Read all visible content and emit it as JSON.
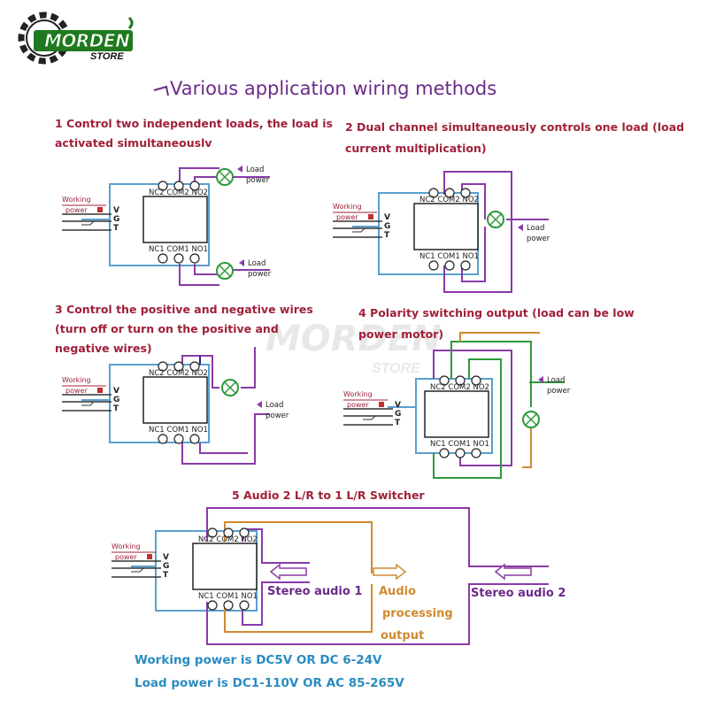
{
  "brand": {
    "name": "MORDEN",
    "sub": "STORE"
  },
  "title": "Various application wiring methods",
  "sections": {
    "s1": {
      "line1": "1 Control two independent loads, the load is",
      "line2": "activated simultaneouslv"
    },
    "s2": {
      "line1": "2 Dual channel simultaneously controls one load (load",
      "line2": "current multiplication)"
    },
    "s3": {
      "line1": "3 Control the positive and negative wires",
      "line2": "(turn off or turn on the positive and",
      "line3": "negative wires)"
    },
    "s4": {
      "line1": "4 Polarity switching output (load can be low",
      "line2": "power motor)"
    },
    "s5": {
      "line1": "5 Audio 2 L/R to 1 L/R Switcher"
    }
  },
  "module": {
    "top_terminals": "NC2 COM2 NO2",
    "bottom_terminals": "NC1 COM1 NO1",
    "pins": [
      "V",
      "G",
      "T"
    ],
    "working": "Working",
    "power": "power"
  },
  "load": {
    "label": "Load",
    "power": "power"
  },
  "audio": {
    "stereo1": "Stereo audio 1",
    "stereo2": "Stereo audio 2",
    "proc1": "Audio",
    "proc2": "processing",
    "proc3": "output"
  },
  "footer": {
    "line1": "Working power is DC5V OR DC 6-24V",
    "line2": "Load power is DC1-110V OR AC 85-265V"
  },
  "colors": {
    "wire_blue": "#5aa0cf",
    "wire_purple": "#8a3aa8",
    "wire_green": "#2e9a3a",
    "wire_orange": "#d08a30",
    "title": "#6b2a8a",
    "section": "#a0203a",
    "footer": "#2a8bc0"
  },
  "icons": [
    "morden-logo",
    "terminal-screw-icon",
    "lamp-icon",
    "left-arrow-icon",
    "right-arrow-icon"
  ]
}
